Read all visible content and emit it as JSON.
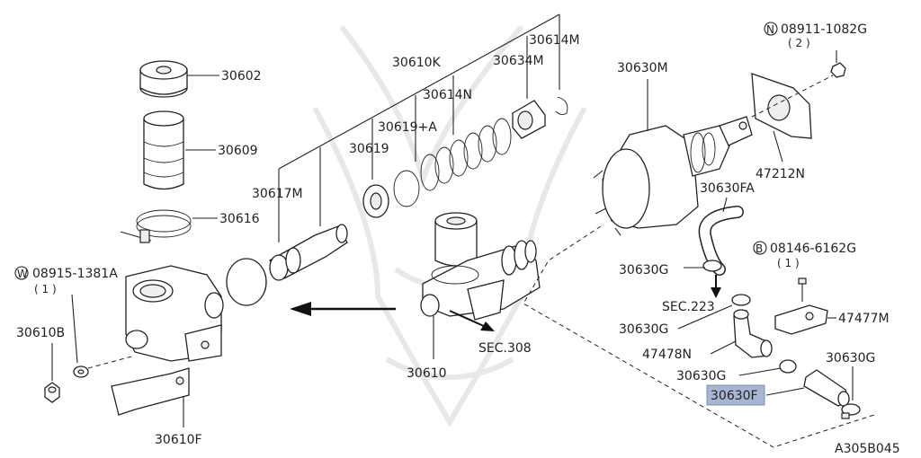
{
  "diagram_code": "A305B045",
  "highlighted_part": "30630F",
  "labels": {
    "p30602": "30602",
    "p30609": "30609",
    "p30616": "30616",
    "p08915_code": "08915-1381A",
    "p08915_qty": "( 1 )",
    "p08915_prefix": "W",
    "p30610B": "30610B",
    "p30610F": "30610F",
    "p30617M": "30617M",
    "p30619": "30619",
    "p30619A": "30619+A",
    "p30610K": "30610K",
    "p30614N": "30614N",
    "p30634M": "30634M",
    "p30614M": "30614M",
    "p30610": "30610",
    "sec308": "SEC.308",
    "p30630M": "30630M",
    "p08911_code": "08911-1082G",
    "p08911_qty": "( 2 )",
    "p08911_prefix": "N",
    "p47212N": "47212N",
    "p30630FA": "30630FA",
    "p08146_code": "08146-6162G",
    "p08146_qty": "( 1 )",
    "p08146_prefix": "B",
    "p30630G_a": "30630G",
    "sec223": "SEC.223",
    "p30630G_b": "30630G",
    "p47477M": "47477M",
    "p47478N": "47478N",
    "p30630G_c": "30630G",
    "p30630G_d": "30630G",
    "p30630F": "30630F"
  }
}
